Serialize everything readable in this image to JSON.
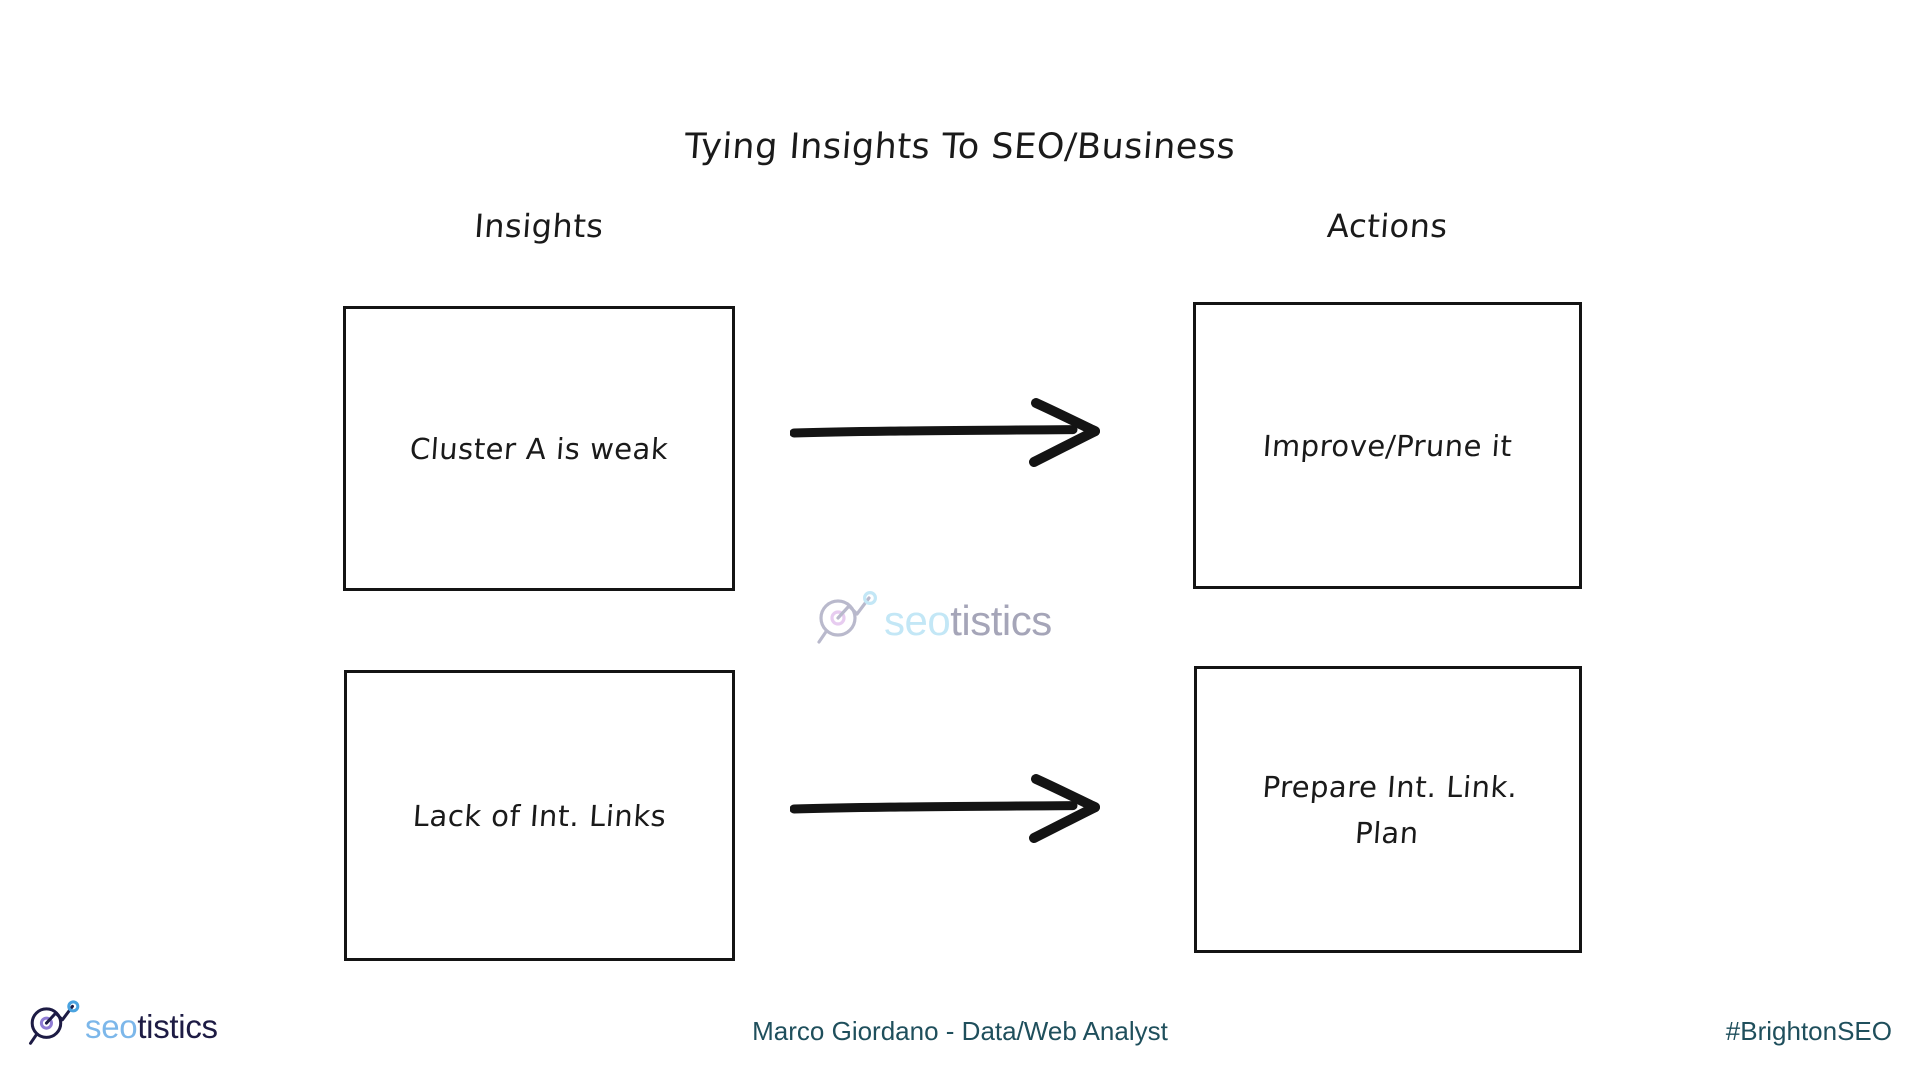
{
  "slide": {
    "title": "Tying Insights To SEO/Business",
    "background_color": "#ffffff",
    "ink_color": "#141414"
  },
  "columns": {
    "left_heading": "Insights",
    "right_heading": "Actions"
  },
  "flow": {
    "rows": [
      {
        "insight": "Cluster A is weak",
        "action": "Improve/Prune it",
        "arrow_icon": "arrow-right-icon"
      },
      {
        "insight": "Lack of Int. Links",
        "action": "Prepare Int. Link.\nPlan",
        "arrow_icon": "arrow-right-icon"
      }
    ]
  },
  "watermark": {
    "icon": "magnifier-trendline-logo-icon",
    "text_primary": "seo",
    "text_secondary": "tistics",
    "color_primary": "#9fd9f2",
    "color_secondary": "#6f6f8e"
  },
  "footer": {
    "logo": {
      "icon": "magnifier-trendline-logo-icon",
      "text_primary": "seo",
      "text_secondary": "tistics",
      "color_primary": "#7cb7ea",
      "color_secondary": "#1d1b44"
    },
    "author": "Marco Giordano - Data/Web Analyst",
    "hashtag": "#BrightonSEO",
    "text_color": "#1f4f5c"
  }
}
